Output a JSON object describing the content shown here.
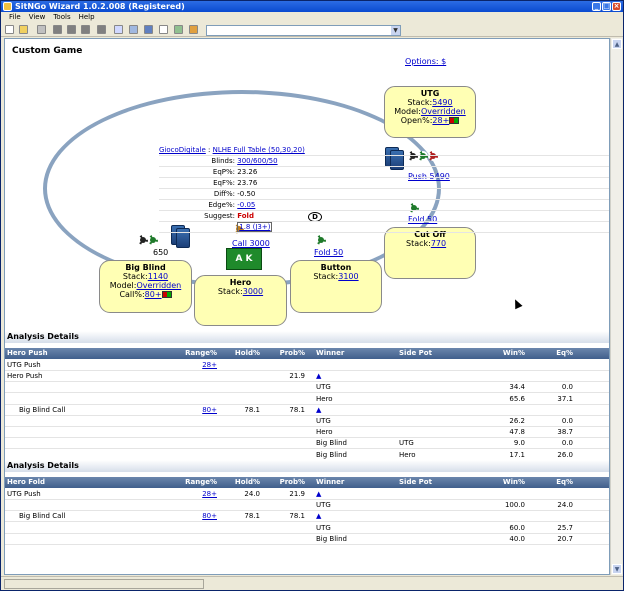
{
  "window": {
    "title": "SitNGo Wizard 1.0.2.008 (Registered)"
  },
  "menu": [
    "File",
    "View",
    "Tools",
    "Help"
  ],
  "page_title": "Custom Game",
  "options_label": "Options: $",
  "table_info": {
    "site": "GiocoDigitale",
    "game": "NLHE Full Table (50,30,20)",
    "blinds_label": "Blinds:",
    "blinds_value": "300/600/50",
    "eqp_label": "EqP%:",
    "eqp_value": "23.26",
    "eqf_label": "EqF%:",
    "eqf_value": "23.76",
    "diff_label": "Diff%:",
    "diff_value": "-0.50",
    "edge_label": "Edge%:",
    "edge_value": "-0.05",
    "suggest_label": "Suggest:",
    "suggest_value": "Fold",
    "range_box": "1.8 (J3+)"
  },
  "seats": {
    "utg": {
      "name": "UTG",
      "stack_label": "Stack:",
      "stack": "5490",
      "model_label": "Model:",
      "model": "Overridden",
      "open_label": "Open%:",
      "open": "28+",
      "action": "Push 5490"
    },
    "cutoff": {
      "name": "Cut Off",
      "stack_label": "Stack:",
      "stack": "770",
      "action": "Fold 50"
    },
    "button": {
      "name": "Button",
      "stack_label": "Stack:",
      "stack": "3100",
      "action": "Fold 50"
    },
    "hero": {
      "name": "Hero",
      "stack_label": "Stack:",
      "stack": "3000",
      "action": "Call 3000",
      "hand": "A K"
    },
    "bigblind": {
      "name": "Big Blind",
      "stack_label": "Stack:",
      "stack": "1140",
      "model_label": "Model:",
      "model": "Overridden",
      "call_label": "Call%:",
      "call": "80+",
      "pot": "650"
    }
  },
  "dealer_label": "D",
  "colors": {
    "seat_fill": "#ffffb4",
    "header_fill": "#405f8c",
    "link": "#0000cc",
    "fold": "#cc0000"
  },
  "analysis1": {
    "section": "Analysis Details",
    "headers": [
      "Hero Push",
      "Range%",
      "Hold%",
      "Prob%",
      "Winner",
      "Side Pot",
      "Win%",
      "Eq%"
    ],
    "rows": [
      [
        "UTG Push",
        "28+",
        "",
        "",
        "",
        "",
        "",
        ""
      ],
      [
        "Hero Push",
        "",
        "",
        "21.9",
        "▲",
        "",
        "",
        ""
      ],
      [
        "",
        "",
        "",
        "",
        "UTG",
        "",
        "34.4",
        "0.0"
      ],
      [
        "",
        "",
        "",
        "",
        "Hero",
        "",
        "65.6",
        "37.1"
      ],
      [
        "Big Blind Call",
        "80+",
        "78.1",
        "78.1",
        "▲",
        "",
        "",
        ""
      ],
      [
        "",
        "",
        "",
        "",
        "UTG",
        "",
        "26.2",
        "0.0"
      ],
      [
        "",
        "",
        "",
        "",
        "Hero",
        "",
        "47.8",
        "38.7"
      ],
      [
        "",
        "",
        "",
        "",
        "Big Blind",
        "UTG",
        "9.0",
        "0.0"
      ],
      [
        "",
        "",
        "",
        "",
        "Big Blind",
        "Hero",
        "17.1",
        "26.0"
      ]
    ]
  },
  "analysis2": {
    "section": "Analysis Details",
    "headers": [
      "Hero Fold",
      "Range%",
      "Hold%",
      "Prob%",
      "Winner",
      "Side Pot",
      "Win%",
      "Eq%"
    ],
    "rows": [
      [
        "UTG Push",
        "28+",
        "24.0",
        "21.9",
        "▲",
        "",
        "",
        ""
      ],
      [
        "",
        "",
        "",
        "",
        "UTG",
        "",
        "100.0",
        "24.0"
      ],
      [
        "Big Blind Call",
        "80+",
        "78.1",
        "78.1",
        "▲",
        "",
        "",
        ""
      ],
      [
        "",
        "",
        "",
        "",
        "UTG",
        "",
        "60.0",
        "25.7"
      ],
      [
        "",
        "",
        "",
        "",
        "Big Blind",
        "",
        "40.0",
        "20.7"
      ]
    ]
  }
}
